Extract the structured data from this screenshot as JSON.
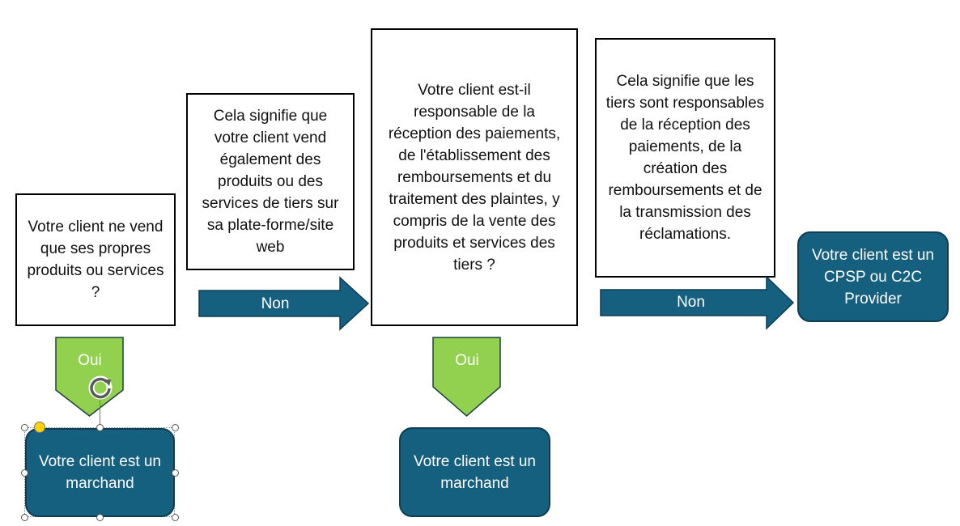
{
  "boxes": {
    "q1": "Votre client ne vend que ses propres produits ou services ?",
    "note1": "Cela signifie que votre client vend également des produits ou des services de tiers sur sa plate-forme/site web",
    "q2": "Votre client est-il responsable de la réception des paiements, de l'établissement des remboursements et du traitement des plaintes, y compris de la vente des produits et services des tiers ?",
    "note2": "Cela signifie que les tiers sont responsables de la réception des paiements, de la création des remboursements et de la transmission des réclamations."
  },
  "arrows": {
    "no1": "Non",
    "no2": "Non",
    "yes1": "Oui",
    "yes2": "Oui"
  },
  "results": {
    "merchant1": "Votre client est un marchand",
    "merchant2": "Votre client est un marchand",
    "cpsp": "Votre client est un CPSP ou C2C Provider"
  },
  "colors": {
    "result_fill": "#155f7f",
    "yes_fill": "#92d050",
    "no_fill": "#155f7f"
  }
}
